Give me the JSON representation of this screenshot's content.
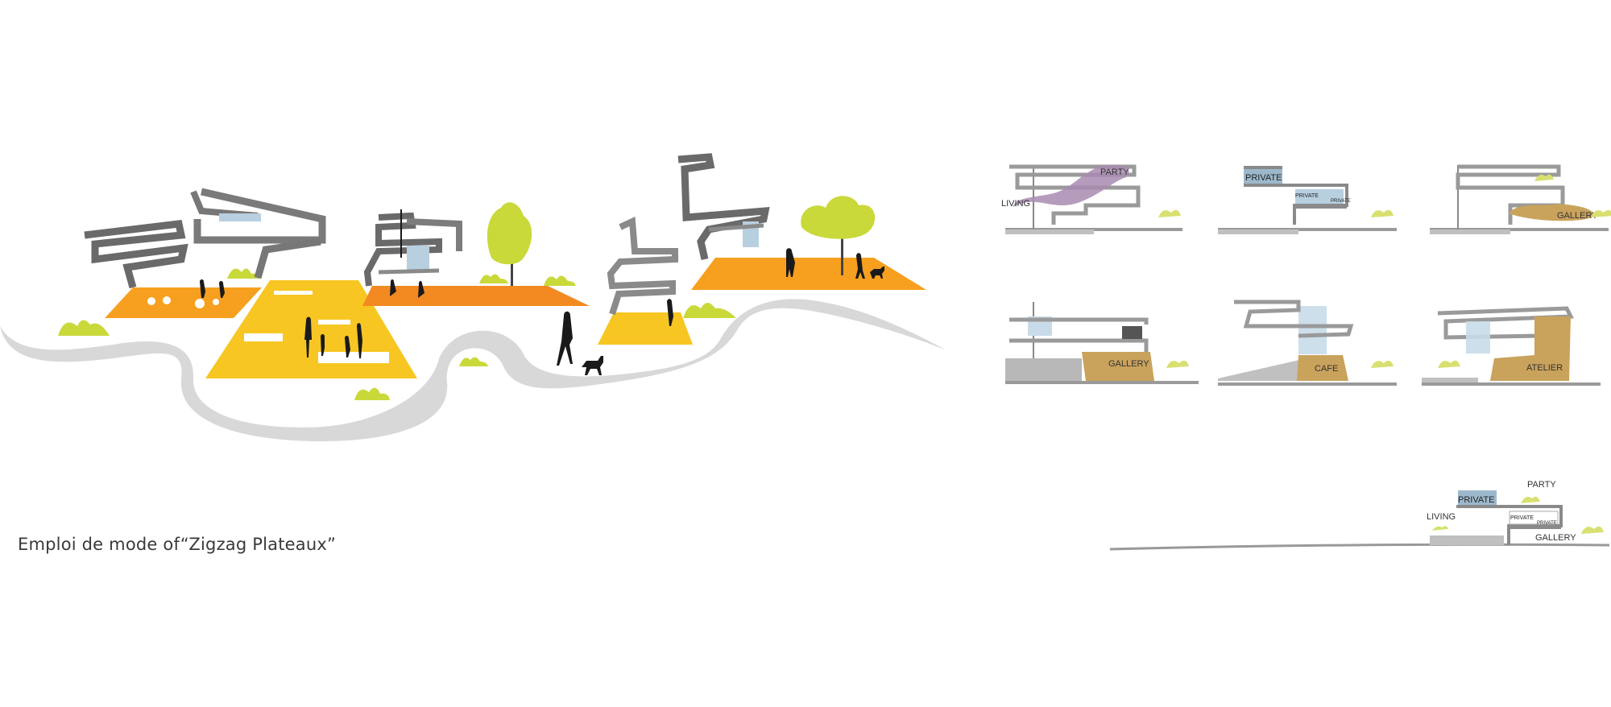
{
  "caption": "Emploi de mode of“Zigzag Plateaux”",
  "panels": {
    "p1": {
      "living": "LIVING",
      "party": "PARTY"
    },
    "p2": {
      "private": "PRIVATE",
      "private_small_a": "PRIVATE",
      "private_small_b": "PRIVATE"
    },
    "p3": {
      "gallery": "GALLERY"
    },
    "p4": {
      "gallery": "GALLERY"
    },
    "p5": {
      "cafe": "CAFE"
    },
    "p6": {
      "atelier": "ATELIER"
    },
    "p7": {
      "private": "PRIVATE",
      "party": "PARTY",
      "living": "LIVING",
      "private_small_a": "PRIVATE",
      "private_small_b": "PRIVATE",
      "gallery": "GALLERY"
    }
  },
  "colors": {
    "yellow": "#f7c623",
    "orange": "#f7a01f",
    "deep_orange": "#f28a21",
    "lime": "#c9d93a",
    "path_gray": "#d6d6d6",
    "frame_gray": "#8a8a8a",
    "frame_dark": "#555555",
    "tan": "#c9a25c",
    "purple": "#a88bb0",
    "glass_blue": "#9db8cc"
  }
}
